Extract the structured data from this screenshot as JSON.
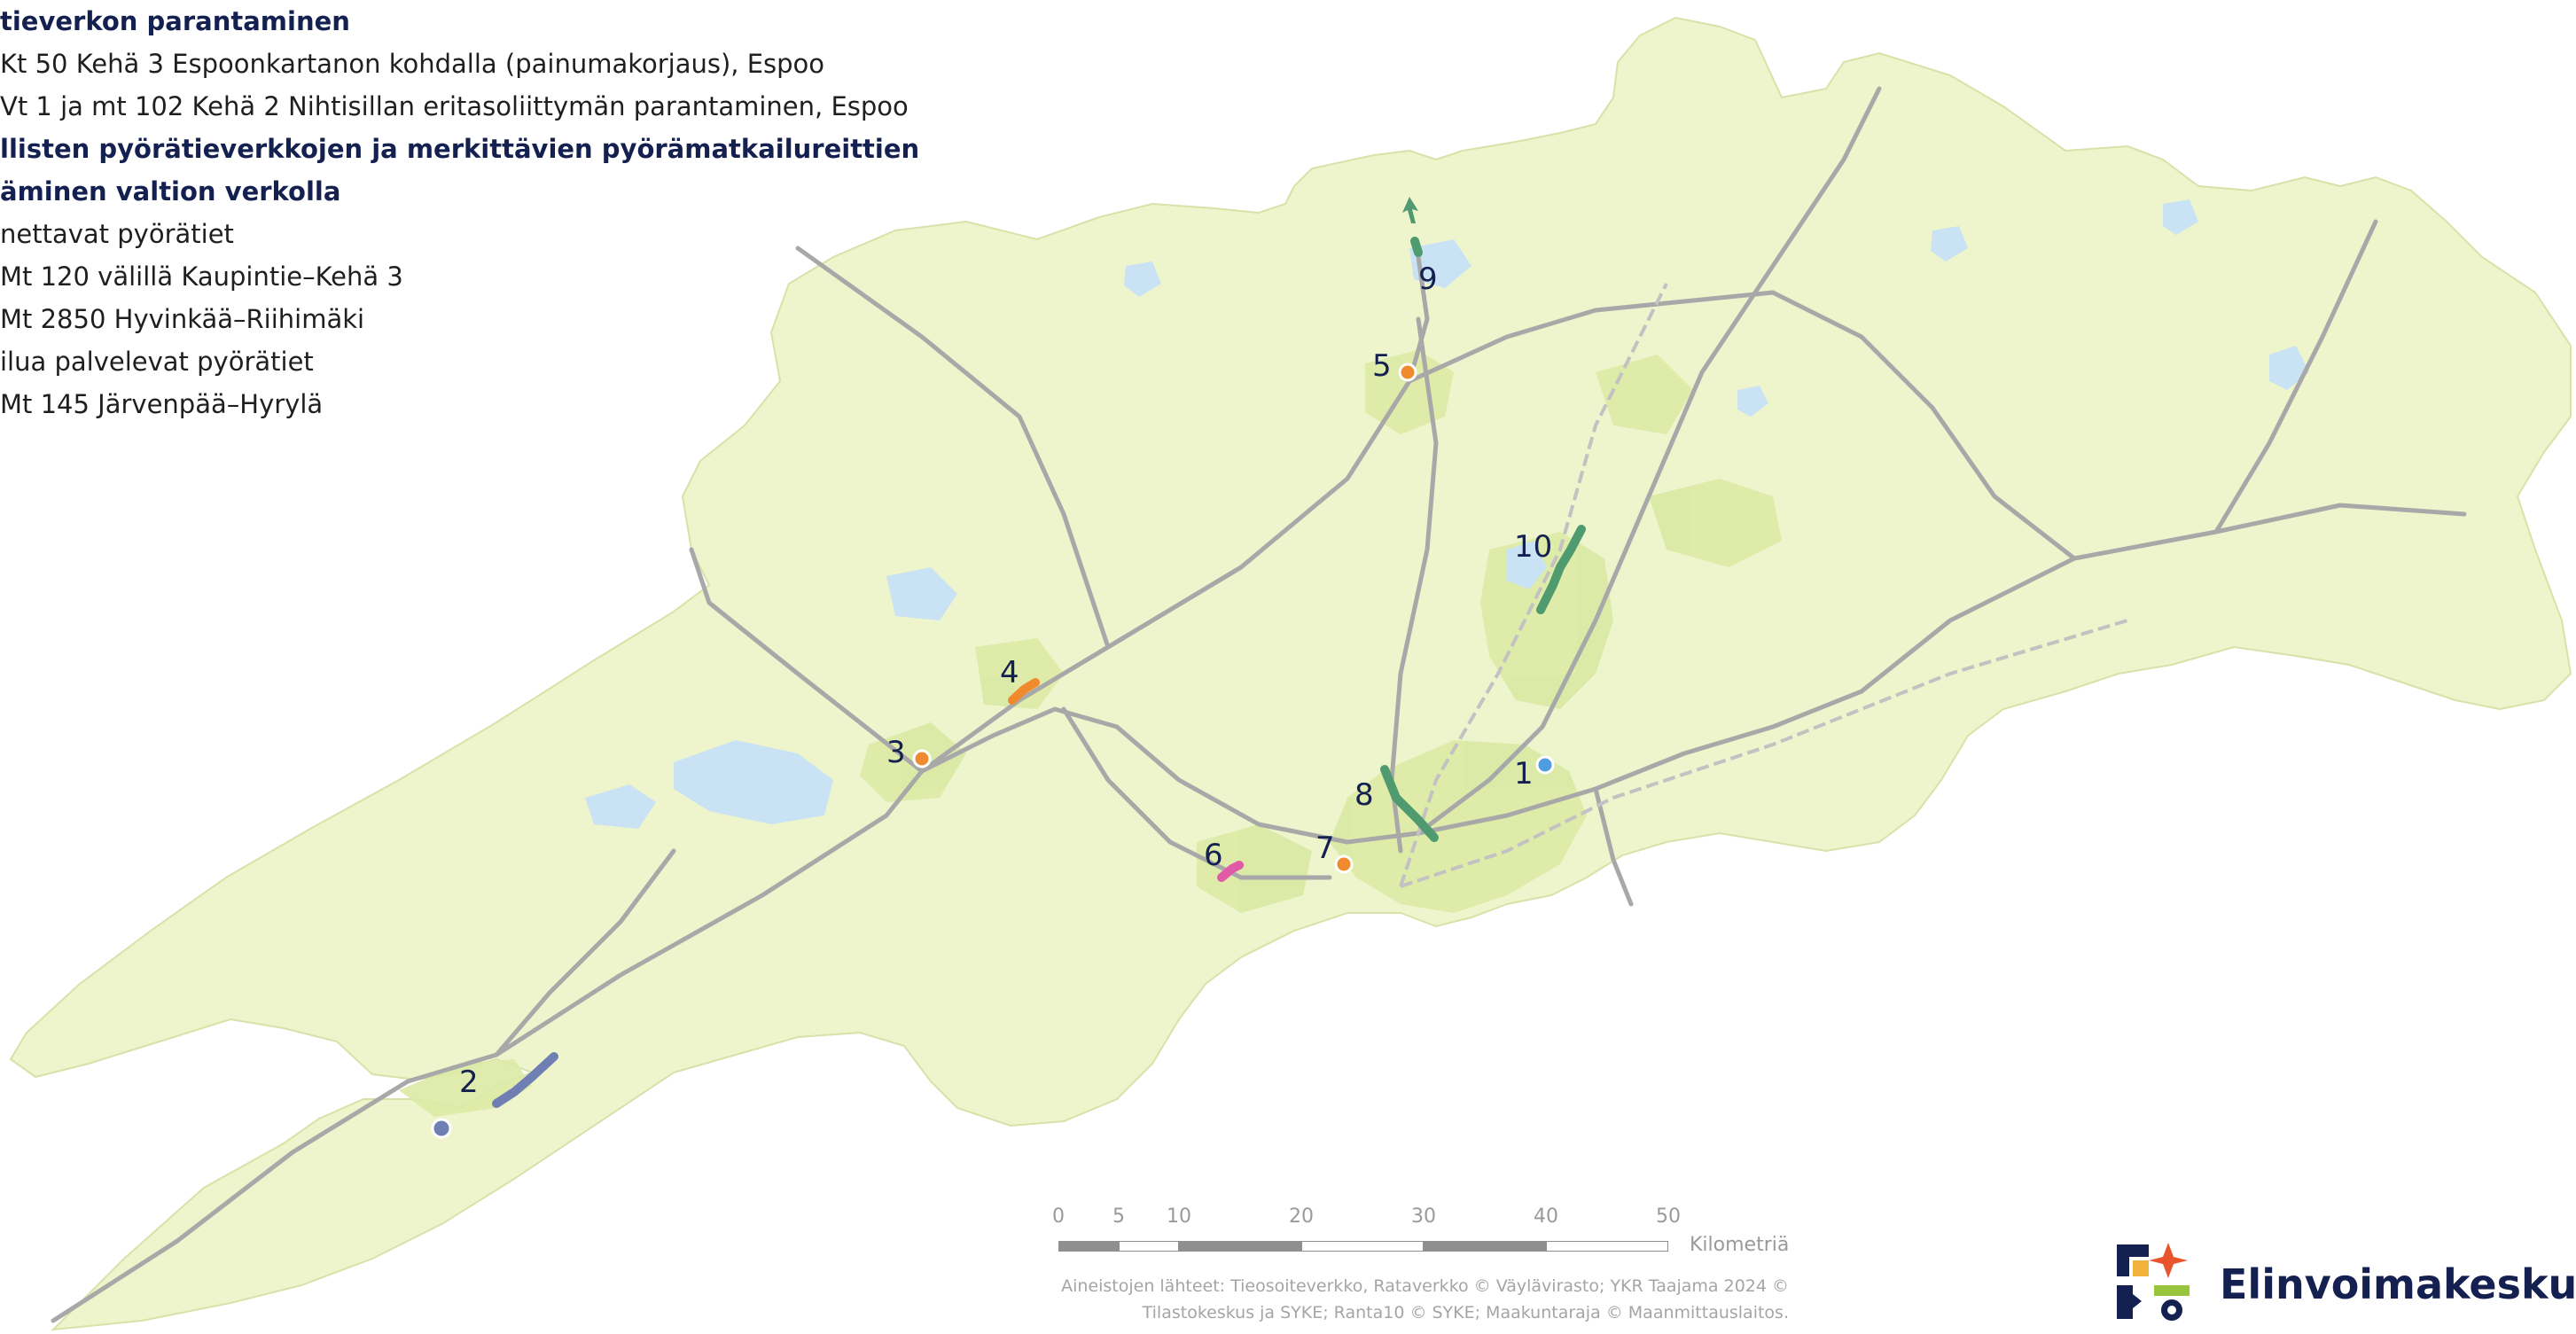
{
  "legend": {
    "lines": [
      {
        "text": "tieverkon parantaminen",
        "heading": true
      },
      {
        "text": "Kt 50 Kehä 3 Espoonkartanon kohdalla (painumakorjaus), Espoo",
        "heading": false
      },
      {
        "text": "Vt 1 ja mt 102 Kehä 2 Nihtisillan eritasoliittymän parantaminen, Espoo",
        "heading": false
      },
      {
        "text": "llisten pyörätieverkkojen ja merkittävien pyörämatkailureittien",
        "heading": true
      },
      {
        "text": "äminen valtion verkolla",
        "heading": true
      },
      {
        "text": "nettavat pyörätiet",
        "heading": false
      },
      {
        "text": "Mt 120 välillä Kaupintie–Kehä 3",
        "heading": false
      },
      {
        "text": "Mt 2850 Hyvinkää–Riihimäki",
        "heading": false
      },
      {
        "text": "ilua palvelevat pyörätiet",
        "heading": false
      },
      {
        "text": "Mt 145 Järvenpää–Hyrylä",
        "heading": false
      }
    ]
  },
  "map_labels": [
    {
      "id": "1",
      "text": "1"
    },
    {
      "id": "2",
      "text": "2"
    },
    {
      "id": "3",
      "text": "3"
    },
    {
      "id": "4",
      "text": "4"
    },
    {
      "id": "5",
      "text": "5"
    },
    {
      "id": "6",
      "text": "6"
    },
    {
      "id": "7",
      "text": "7"
    },
    {
      "id": "8",
      "text": "8"
    },
    {
      "id": "9",
      "text": "9"
    },
    {
      "id": "10",
      "text": "10"
    }
  ],
  "scale": {
    "ticks": [
      "0",
      "5",
      "10",
      "20",
      "30",
      "40",
      "50"
    ],
    "unit": "Kilometriä"
  },
  "sources": {
    "line1": "Aineistojen lähteet: Tieosoiteverkko, Rataverkko © Väylävirasto; YKR Taajama 2024 ©",
    "line2": "Tilastokeskus ja SYKE; Ranta10 © SYKE; Maakuntaraja © Maanmittauslaitos."
  },
  "logo": {
    "text": "Elinvoimakeskus"
  },
  "colors": {
    "land": "#eef4cc",
    "urban": "#dbeaa5",
    "water": "#c9e3f4",
    "road": "#a8a8a8",
    "orange": "#f08a2e",
    "blue": "#4f9de0",
    "slate": "#6f7fb3",
    "green": "#4f9a6f",
    "pink": "#e05aa8",
    "navy": "#14204f"
  }
}
